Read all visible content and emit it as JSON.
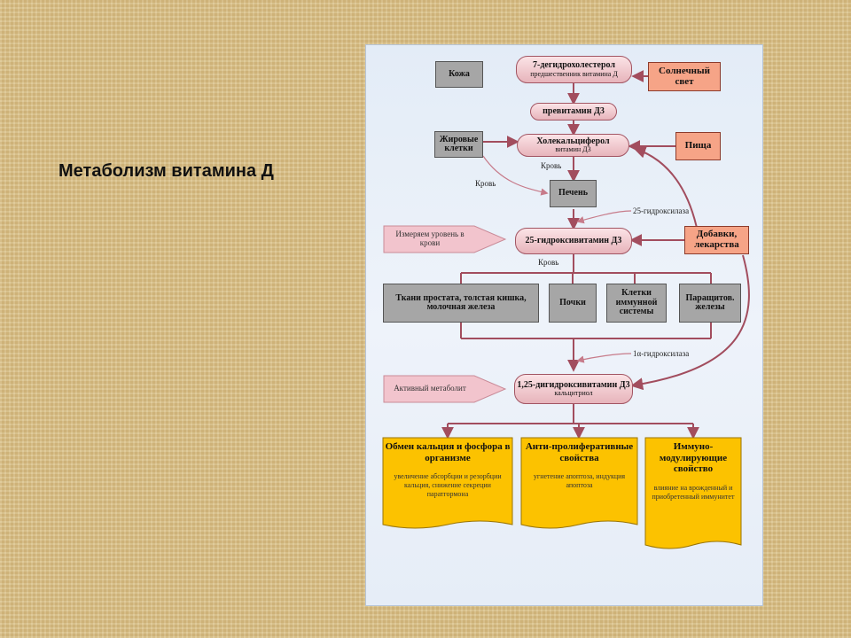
{
  "slide": {
    "title": "Метаболизм витамина Д"
  },
  "diagram": {
    "skin": "Кожа",
    "dehydro": {
      "title": "7-дегидрохолестерол",
      "subtitle": "предшественник витамина Д"
    },
    "sunlight": "Солнечный свет",
    "previtamin": "превитамин Д3",
    "fat_cells": "Жировые клетки",
    "cholecalciferol": {
      "title": "Холекальциферол",
      "subtitle": "витамин Д3"
    },
    "food": "Пища",
    "blood": "Кровь",
    "blood_left": "Кровь",
    "liver": "Печень",
    "hydroxylase25": "25-гидроксилаза",
    "measure": "Измеряем уровень в крови",
    "hydroxyvitamin25": "25-гидроксивитамин Д3",
    "supplements": "Добавки, лекарства",
    "blood2": "Кровь",
    "tissues": "Ткани простата, толстая кишка, молочная железа",
    "kidneys": "Почки",
    "immune_cells": "Клетки иммунной системы",
    "parathyroid": "Паращитов. железы",
    "hydroxylase1a": "1α-гидроксилаза",
    "active": "Активный метаболит",
    "calcitriol": {
      "title": "1,25-дигидроксивитамин Д3",
      "subtitle": "кальцитриол"
    },
    "effects": [
      {
        "head": "Обмен кальция и фосфора в организме",
        "desc": "увеличение абсорбции и резорбции кальция, снижение секреции паратгормона"
      },
      {
        "head": "Анти-пролиферативные свойства",
        "desc": "угнетение апоптоза, индукция апоптоза"
      },
      {
        "head": "Иммуно-модулирующие свойство",
        "desc": "влияние на врожденный и приобретенный иммунитет"
      }
    ]
  },
  "colors": {
    "connector": "#a24d5e",
    "gray_box": "#a6a6a6",
    "salmon_box": "#f6a487",
    "yellow_box": "#fcc200",
    "pink_arrow": "#f2c4cd"
  }
}
